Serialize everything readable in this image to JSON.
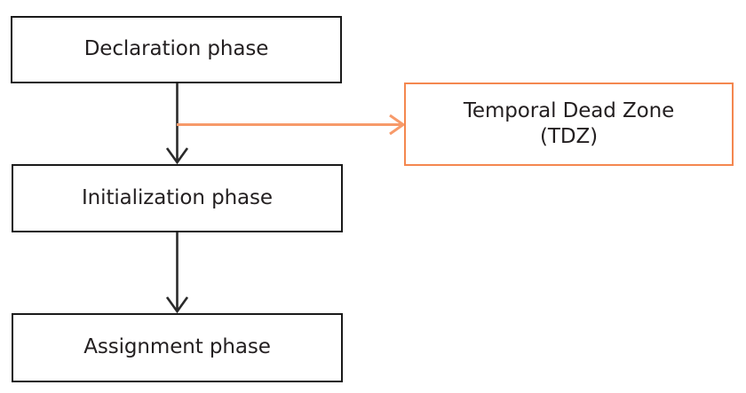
{
  "diagram": {
    "type": "flowchart",
    "background_color": "#ffffff",
    "nodes": [
      {
        "id": "declaration",
        "label": "Declaration phase",
        "border_color": "#1a1a1a",
        "text_color": "#231f20",
        "fill_color": "#ffffff"
      },
      {
        "id": "initialization",
        "label": "Initialization phase",
        "border_color": "#1a1a1a",
        "text_color": "#231f20",
        "fill_color": "#ffffff"
      },
      {
        "id": "assignment",
        "label": "Assignment phase",
        "border_color": "#1a1a1a",
        "text_color": "#231f20",
        "fill_color": "#ffffff"
      },
      {
        "id": "tdz",
        "label": "Temporal Dead Zone\n(TDZ)",
        "label_line1": "Temporal Dead Zone",
        "label_line2": "(TDZ)",
        "border_color": "#f4874f",
        "text_color": "#231f20",
        "fill_color": "#ffffff"
      }
    ],
    "connectors": [
      {
        "id": "declaration-to-initialization",
        "from": "declaration",
        "to": "initialization",
        "color": "#2a2a2a",
        "direction": "down",
        "arrowhead": "open-v"
      },
      {
        "id": "initialization-to-assignment",
        "from": "initialization",
        "to": "assignment",
        "color": "#2a2a2a",
        "direction": "down",
        "arrowhead": "open-v"
      },
      {
        "id": "branch-to-tdz",
        "from": "declaration-to-initialization",
        "to": "tdz",
        "color": "#f79a6a",
        "direction": "right",
        "arrowhead": "open-v"
      }
    ]
  }
}
